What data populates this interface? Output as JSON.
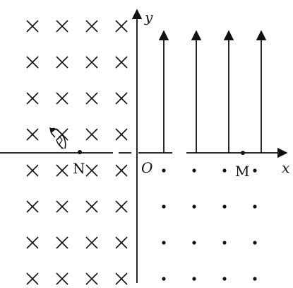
{
  "diagram": {
    "axis_labels": {
      "x": "x",
      "y": "y"
    },
    "point_labels": {
      "origin": "O",
      "n": "N",
      "m": "M"
    },
    "left_field_symbol": "×",
    "right_field_symbol": "•",
    "colors": {
      "ink": "#111111",
      "background": "#ffffff"
    },
    "left_field_grid": {
      "rows": 8,
      "cols": 4
    },
    "right_field_grid": {
      "rows": 4,
      "cols": 4
    },
    "vertical_arrow_count": 4,
    "objects": [
      {
        "name": "projectile-particle",
        "icon": "particle-launcher-icon"
      }
    ]
  }
}
